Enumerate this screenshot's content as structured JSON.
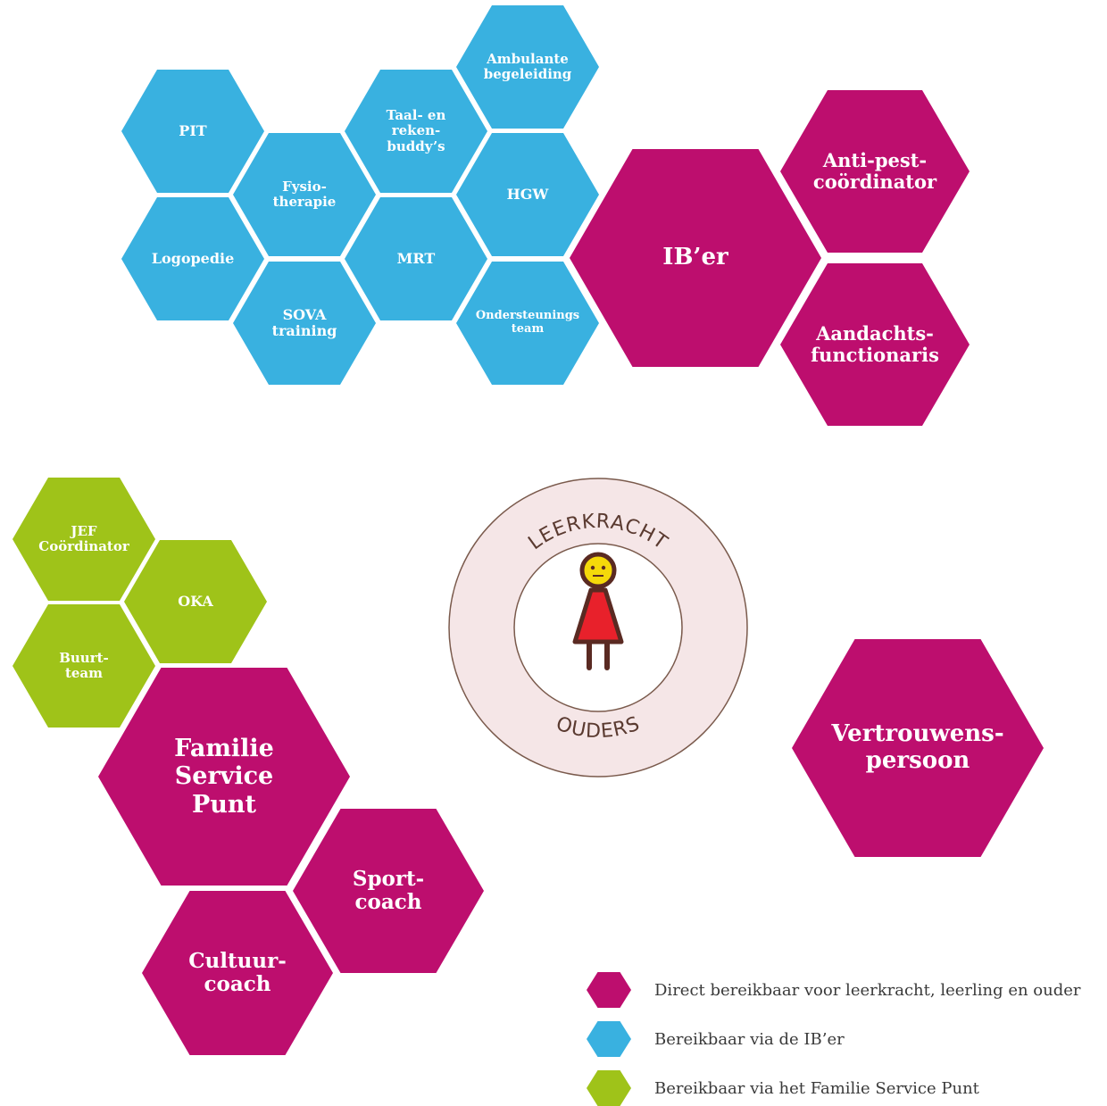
{
  "colors": {
    "direct": "#bd0e6e",
    "via_ib": "#39b1e0",
    "via_fsp": "#9fc319",
    "ring_fill": "#f5e6e7",
    "ring_stroke": "#7a5a4c"
  },
  "center": {
    "outer_label": "LEERKRACHT",
    "inner_label": "OUDERS",
    "figure": "child-figure-icon"
  },
  "hexagons": {
    "ambulante_begeleiding": "Ambulante\nbegeleiding",
    "pit": "PIT",
    "taal_rekenbuddys": "Taal- en\nreken-\nbuddy’s",
    "fysiotherapie": "Fysio-\ntherapie",
    "hgw": "HGW",
    "logopedie": "Logopedie",
    "mrt": "MRT",
    "sova_training": "SOVA\ntraining",
    "ondersteuningsteam": "Ondersteunings\nteam",
    "ib_er": "IB’er",
    "anti_pest": "Anti-pest-\ncoördinator",
    "aandachtsfunctionaris": "Aandachts-\nfunctionaris",
    "jef": "JEF\nCoördinator",
    "oka": "OKA",
    "buurtteam": "Buurt-\nteam",
    "familie_service_punt": "Familie\nService\nPunt",
    "sportcoach": "Sport-\ncoach",
    "cultuurcoach": "Cultuur-\ncoach",
    "vertrouwenspersoon": "Vertrouwens-\npersoon"
  },
  "legend": [
    {
      "text": "Direct bereikbaar voor leerkracht, leerling en ouder",
      "color": "#bd0e6e"
    },
    {
      "text": "Bereikbaar via de IB’er",
      "color": "#39b1e0"
    },
    {
      "text": "Bereikbaar via het Familie Service Punt",
      "color": "#9fc319"
    }
  ]
}
